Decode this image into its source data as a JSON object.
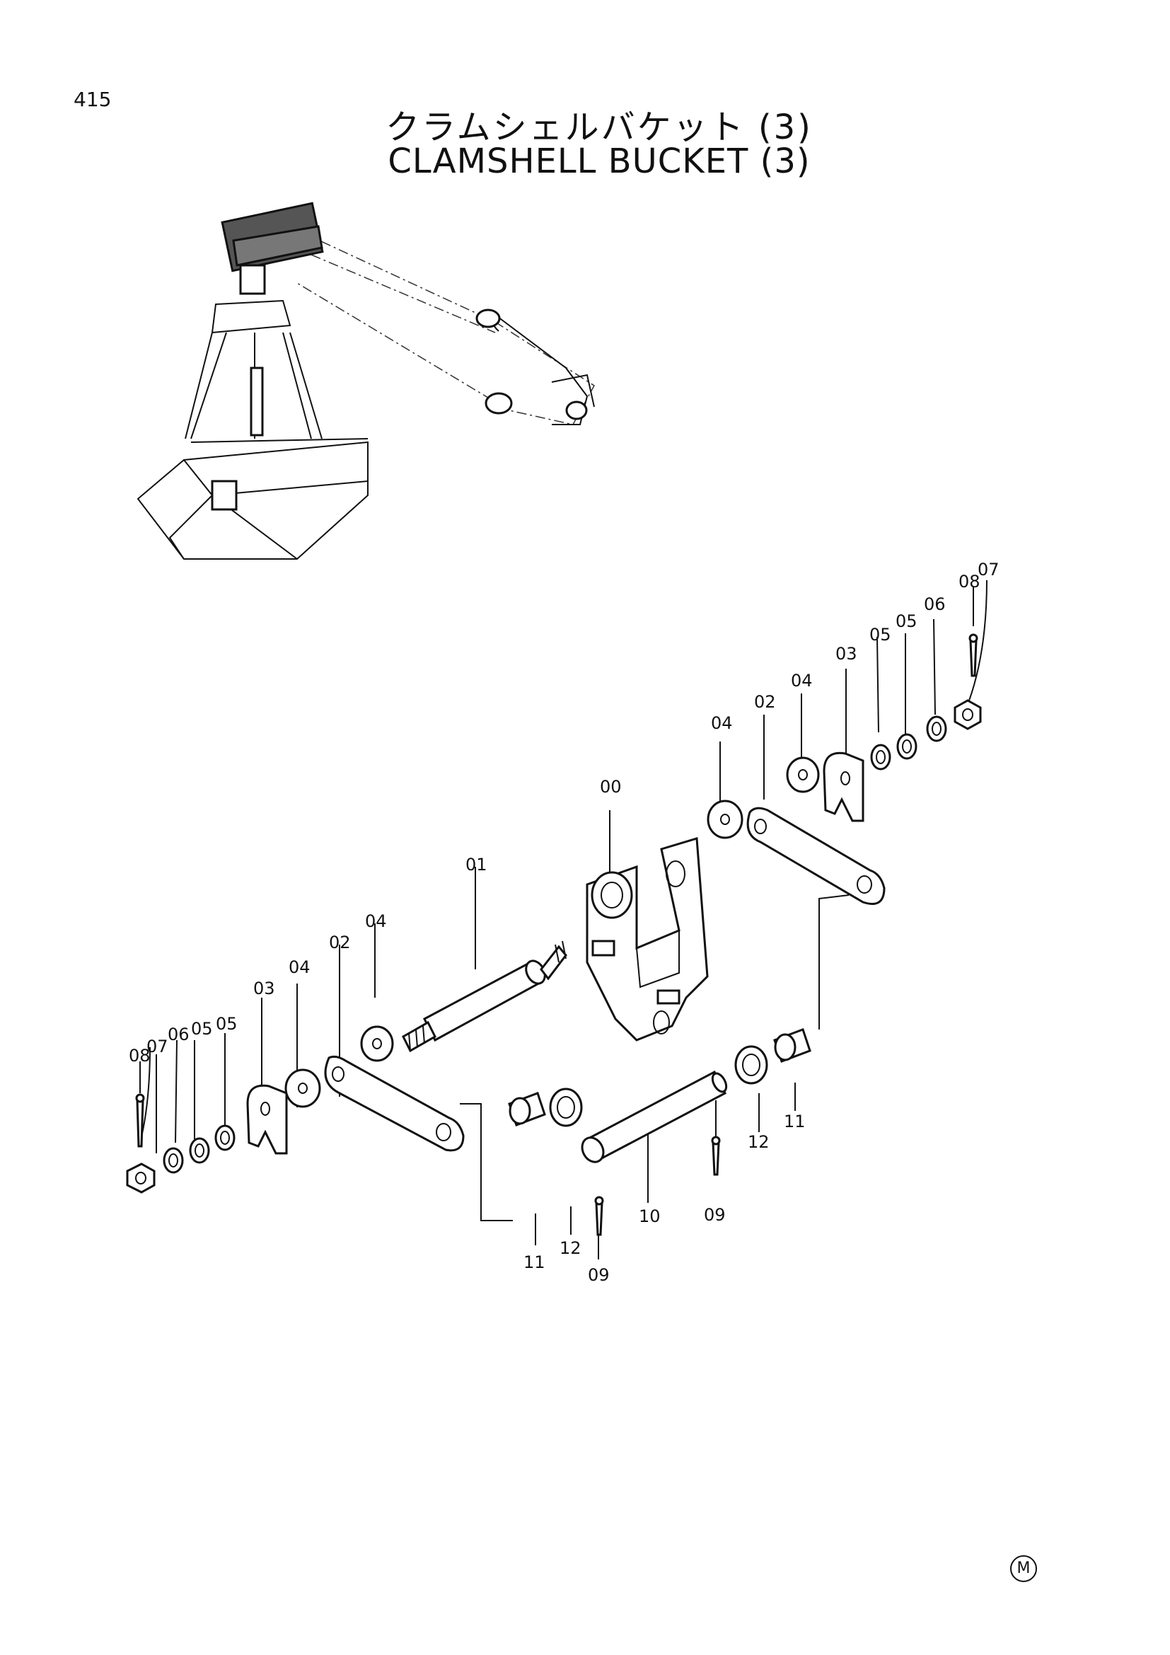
{
  "page_number": "415",
  "title_jp": "クラムシェルバケット (3)",
  "title_en": "CLAMSHELL  BUCKET  (3)",
  "mark": "M",
  "parts": {
    "p00": "00",
    "p01": "01",
    "p02": "02",
    "p03": "03",
    "p04": "04",
    "p05": "05",
    "p06": "06",
    "p07": "07",
    "p08": "08",
    "p09": "09",
    "p10": "10",
    "p11": "11",
    "p12": "12"
  }
}
